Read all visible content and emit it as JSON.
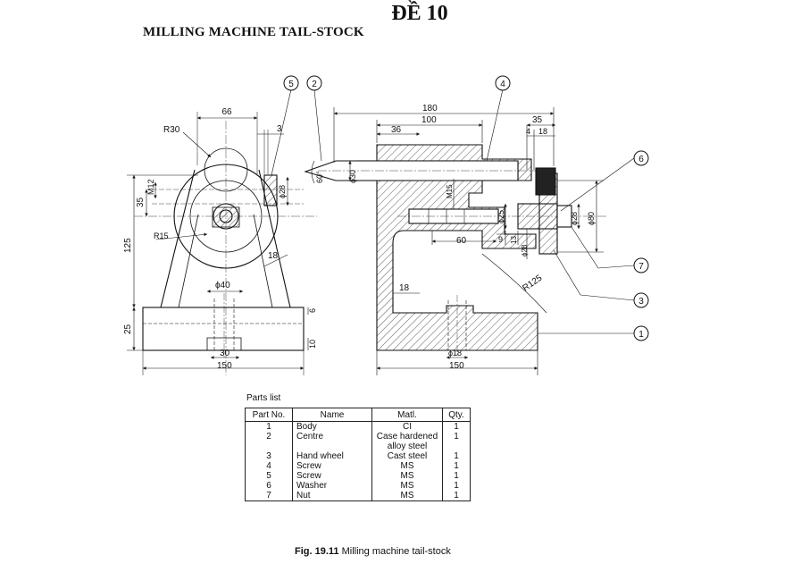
{
  "header": {
    "title": "ĐỀ 10",
    "subtitle": "MILLING MACHINE TAIL-STOCK"
  },
  "balloons": [
    "5",
    "2",
    "4",
    "6",
    "7",
    "3",
    "1"
  ],
  "dims": {
    "d66": "66",
    "d3": "3",
    "r30": "R30",
    "d35": "35",
    "m12": "M12",
    "p28": "ϕ28",
    "d125": "125",
    "r15": "R15",
    "d18": "18",
    "p40": "ϕ40",
    "d6": "6",
    "d25": "25",
    "d10": "10",
    "d30": "30",
    "d150": "150",
    "d180": "180",
    "d100": "100",
    "d36": "36",
    "d35b": "35",
    "d4": "4",
    "d18b": "18",
    "a60": "60°",
    "p30": "ϕ30",
    "m15": "M15",
    "p25": "ϕ25",
    "p28b": "ϕ28",
    "p80": "ϕ80",
    "d60": "60",
    "d9": "9",
    "d13": "13",
    "p28c": "ϕ28",
    "r125": "R125",
    "d18c": "18",
    "p18": "ϕ18",
    "d150b": "150"
  },
  "parts": {
    "caption": "Parts list",
    "headers": [
      "Part No.",
      "Name",
      "Matl.",
      "Qty."
    ],
    "rows": [
      {
        "no": "1",
        "name": "Body",
        "matl": "CI",
        "qty": "1"
      },
      {
        "no": "2",
        "name": "Centre",
        "matl": "Case hardened alloy steel",
        "qty": "1"
      },
      {
        "no": "3",
        "name": "Hand wheel",
        "matl": "Cast steel",
        "qty": "1"
      },
      {
        "no": "4",
        "name": "Screw",
        "matl": "MS",
        "qty": "1"
      },
      {
        "no": "5",
        "name": "Screw",
        "matl": "MS",
        "qty": "1"
      },
      {
        "no": "6",
        "name": "Washer",
        "matl": "MS",
        "qty": "1"
      },
      {
        "no": "7",
        "name": "Nut",
        "matl": "MS",
        "qty": "1"
      }
    ]
  },
  "figure": {
    "label": "Fig. 19.11",
    "text": "Milling machine tail-stock"
  }
}
